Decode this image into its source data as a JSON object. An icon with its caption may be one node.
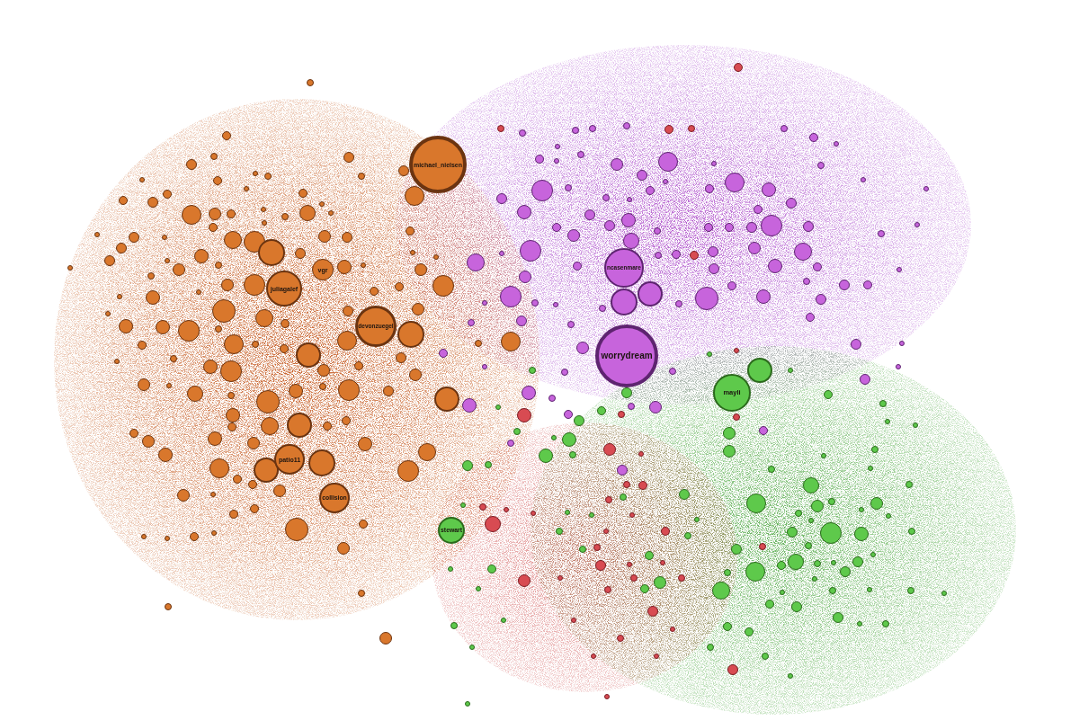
{
  "diagram": {
    "nodes": [
      {
        "text": [
          "michael_nielsen"
        ]
      },
      {
        "text": [
          "ncasenmare"
        ]
      },
      {
        "text": [
          "vgr"
        ]
      },
      {
        "text": [
          "juliagalef"
        ]
      },
      {
        "text": [
          "devonzuegel"
        ]
      },
      {
        "text": [
          "worrydream"
        ]
      },
      {
        "text": [
          "mayli"
        ]
      },
      {
        "text": [
          "patio11"
        ]
      },
      {
        "text": [
          "collision"
        ]
      },
      {
        "text": [
          "stewart"
        ]
      },
      {
        "text": [],
        "shape": "circle"
      },
      {
        "text": [],
        "shape": "circle"
      },
      {
        "text": [],
        "shape": "circle"
      },
      {
        "text": [],
        "shape": "circle"
      },
      {
        "text": [],
        "shape": "circle"
      },
      {
        "text": [],
        "shape": "circle"
      },
      {
        "text": [],
        "shape": "circle"
      },
      {
        "text": [],
        "shape": "circle"
      },
      {
        "text": [],
        "shape": "circle"
      },
      {
        "text": [],
        "shape": "circle"
      },
      {
        "text": [],
        "shape": "circle"
      },
      {
        "text": [],
        "shape": "circle"
      },
      {
        "text": [],
        "shape": "circle"
      },
      {
        "text": [],
        "shape": "circle"
      },
      {
        "text": [],
        "shape": "circle"
      },
      {
        "text": [],
        "shape": "circle"
      },
      {
        "text": [],
        "shape": "circle"
      },
      {
        "text": [],
        "shape": "circle"
      },
      {
        "text": [],
        "shape": "circle"
      },
      {
        "text": [],
        "shape": "circle"
      },
      {
        "text": [],
        "shape": "circle"
      },
      {
        "text": [],
        "shape": "circle"
      },
      {
        "text": [],
        "shape": "circle"
      },
      {
        "text": [],
        "shape": "circle"
      },
      {
        "text": [],
        "shape": "circle"
      },
      {
        "text": [],
        "shape": "circle"
      },
      {
        "text": [],
        "shape": "circle"
      },
      {
        "text": [],
        "shape": "circle"
      },
      {
        "text": [],
        "shape": "circle"
      },
      {
        "text": [],
        "shape": "circle"
      },
      {
        "text": [],
        "shape": "circle"
      },
      {
        "text": [],
        "shape": "circle"
      },
      {
        "text": [],
        "shape": "circle"
      },
      {
        "text": [],
        "shape": "circle"
      },
      {
        "text": [],
        "shape": "circle"
      },
      {
        "text": [],
        "shape": "circle"
      },
      {
        "text": [],
        "shape": "circle"
      },
      {
        "text": [],
        "shape": "circle"
      },
      {
        "text": [],
        "shape": "circle"
      },
      {
        "text": [],
        "shape": "circle"
      },
      {
        "text": [],
        "shape": "circle"
      },
      {
        "text": [],
        "shape": "circle"
      },
      {
        "text": [],
        "shape": "circle"
      },
      {
        "text": [],
        "shape": "circle"
      },
      {
        "text": [],
        "shape": "circle"
      },
      {
        "text": [],
        "shape": "circle"
      },
      {
        "text": [],
        "shape": "circle"
      },
      {
        "text": [],
        "shape": "circle"
      },
      {
        "text": [],
        "shape": "circle"
      },
      {
        "text": [],
        "shape": "circle"
      },
      {
        "text": [],
        "shape": "circle"
      },
      {
        "text": [],
        "shape": "circle"
      },
      {
        "text": [],
        "shape": "circle"
      },
      {
        "text": [],
        "shape": "circle"
      },
      {
        "text": [],
        "shape": "circle"
      },
      {
        "text": [],
        "shape": "circle"
      },
      {
        "text": [],
        "shape": "circle"
      },
      {
        "text": [],
        "shape": "circle"
      },
      {
        "text": [],
        "shape": "circle"
      },
      {
        "text": [],
        "shape": "circle"
      },
      {
        "text": [],
        "shape": "circle"
      },
      {
        "text": [],
        "shape": "circle"
      },
      {
        "text": [],
        "shape": "circle"
      },
      {
        "text": [],
        "shape": "circle"
      },
      {
        "text": [],
        "shape": "circle"
      },
      {
        "text": [],
        "shape": "circle"
      },
      {
        "text": [],
        "shape": "circle"
      },
      {
        "text": [],
        "shape": "circle"
      },
      {
        "text": [],
        "shape": "circle"
      },
      {
        "text": [],
        "shape": "circle"
      },
      {
        "text": [],
        "shape": "circle"
      },
      {
        "text": [],
        "shape": "circle"
      },
      {
        "text": [],
        "shape": "circle"
      },
      {
        "text": [],
        "shape": "circle"
      },
      {
        "text": [],
        "shape": "circle"
      },
      {
        "text": [],
        "shape": "circle"
      },
      {
        "text": [],
        "shape": "circle"
      },
      {
        "text": [],
        "shape": "circle"
      },
      {
        "text": [],
        "shape": "circle"
      },
      {
        "text": [],
        "shape": "circle"
      },
      {
        "text": [],
        "shape": "circle"
      },
      {
        "text": [],
        "shape": "circle"
      },
      {
        "text": [],
        "shape": "circle"
      },
      {
        "text": [],
        "shape": "circle"
      },
      {
        "text": [],
        "shape": "circle"
      },
      {
        "text": [],
        "shape": "circle"
      },
      {
        "text": [],
        "shape": "circle"
      },
      {
        "text": [],
        "shape": "circle"
      },
      {
        "text": [],
        "shape": "circle"
      },
      {
        "text": [],
        "shape": "circle"
      },
      {
        "text": [],
        "shape": "circle"
      },
      {
        "text": [],
        "shape": "circle"
      },
      {
        "text": [],
        "shape": "circle"
      },
      {
        "text": [],
        "shape": "circle"
      },
      {
        "text": [],
        "shape": "circle"
      },
      {
        "text": [],
        "shape": "circle"
      },
      {
        "text": [],
        "shape": "circle"
      },
      {
        "text": [],
        "shape": "circle"
      },
      {
        "text": [],
        "shape": "circle"
      },
      {
        "text": [],
        "shape": "circle"
      },
      {
        "text": [],
        "shape": "circle"
      },
      {
        "text": [],
        "shape": "circle"
      },
      {
        "text": [],
        "shape": "circle"
      },
      {
        "text": [],
        "shape": "circle"
      },
      {
        "text": [],
        "shape": "circle"
      },
      {
        "text": [],
        "shape": "circle"
      },
      {
        "text": [],
        "shape": "circle"
      },
      {
        "text": [],
        "shape": "circle"
      },
      {
        "text": [],
        "shape": "circle"
      },
      {
        "text": [],
        "shape": "circle"
      },
      {
        "text": [],
        "shape": "circle"
      },
      {
        "text": [],
        "shape": "circle"
      },
      {
        "text": [],
        "shape": "circle"
      },
      {
        "text": [],
        "shape": "circle"
      },
      {
        "text": [],
        "shape": "circle"
      },
      {
        "text": [],
        "shape": "circle"
      },
      {
        "text": [],
        "shape": "circle"
      },
      {
        "text": [],
        "shape": "circle"
      },
      {
        "text": [],
        "shape": "circle"
      },
      {
        "text": [],
        "shape": "circle"
      },
      {
        "text": [],
        "shape": "circle"
      },
      {
        "text": [],
        "shape": "circle"
      },
      {
        "text": [],
        "shape": "circle"
      },
      {
        "text": [],
        "shape": "circle"
      },
      {
        "text": [],
        "shape": "circle"
      },
      {
        "text": [],
        "shape": "circle"
      },
      {
        "text": [],
        "shape": "circle"
      },
      {
        "text": [],
        "shape": "circle"
      },
      {
        "text": [],
        "shape": "circle"
      },
      {
        "text": [],
        "shape": "circle"
      },
      {
        "text": [],
        "shape": "circle"
      },
      {
        "text": [],
        "shape": "circle"
      },
      {
        "text": [],
        "shape": "circle"
      },
      {
        "text": [],
        "shape": "circle"
      },
      {
        "text": [],
        "shape": "circle"
      },
      {
        "text": [],
        "shape": "circle"
      },
      {
        "text": [],
        "shape": "circle"
      },
      {
        "text": [],
        "shape": "circle"
      },
      {
        "text": [],
        "shape": "circle"
      },
      {
        "text": [],
        "shape": "circle"
      },
      {
        "text": [],
        "shape": "circle"
      },
      {
        "text": [],
        "shape": "circle"
      },
      {
        "text": [],
        "shape": "circle"
      },
      {
        "text": [],
        "shape": "circle"
      },
      {
        "text": [],
        "shape": "circle"
      },
      {
        "text": [],
        "shape": "circle"
      },
      {
        "text": [],
        "shape": "circle"
      },
      {
        "text": [],
        "shape": "circle"
      },
      {
        "text": [],
        "shape": "circle"
      },
      {
        "text": [],
        "shape": "circle"
      },
      {
        "text": [],
        "shape": "circle"
      },
      {
        "text": [],
        "shape": "circle"
      },
      {
        "text": [],
        "shape": "circle"
      },
      {
        "text": [],
        "shape": "circle"
      },
      {
        "text": [],
        "shape": "circle"
      },
      {
        "text": [],
        "shape": "circle"
      },
      {
        "text": [],
        "shape": "circle"
      },
      {
        "text": [],
        "shape": "circle"
      },
      {
        "text": [],
        "shape": "circle"
      },
      {
        "text": [],
        "shape": "circle"
      },
      {
        "text": [],
        "shape": "circle"
      },
      {
        "text": [],
        "shape": "circle"
      },
      {
        "text": [],
        "shape": "circle"
      },
      {
        "text": [],
        "shape": "circle"
      },
      {
        "text": [],
        "shape": "circle"
      },
      {
        "text": [],
        "shape": "circle"
      },
      {
        "text": [],
        "shape": "circle"
      },
      {
        "text": [],
        "shape": "circle"
      },
      {
        "text": [],
        "shape": "circle"
      },
      {
        "text": [],
        "shape": "circle"
      },
      {
        "text": [],
        "shape": "circle"
      },
      {
        "text": [],
        "shape": "circle"
      },
      {
        "text": [],
        "shape": "circle"
      },
      {
        "text": [],
        "shape": "circle"
      },
      {
        "text": [],
        "shape": "circle"
      },
      {
        "text": [],
        "shape": "circle"
      },
      {
        "text": [],
        "shape": "circle"
      },
      {
        "text": [],
        "shape": "circle"
      },
      {
        "text": [],
        "shape": "circle"
      },
      {
        "text": [],
        "shape": "circle"
      },
      {
        "text": [],
        "shape": "circle"
      },
      {
        "text": [],
        "shape": "circle"
      },
      {
        "text": [],
        "shape": "circle"
      },
      {
        "text": [],
        "shape": "circle"
      },
      {
        "text": [],
        "shape": "circle"
      },
      {
        "text": [],
        "shape": "circle"
      },
      {
        "text": [],
        "shape": "circle"
      },
      {
        "text": [],
        "shape": "circle"
      },
      {
        "text": [],
        "shape": "circle"
      },
      {
        "text": [],
        "shape": "circle"
      },
      {
        "text": [],
        "shape": "circle"
      },
      {
        "text": [],
        "shape": "circle"
      },
      {
        "text": [],
        "shape": "circle"
      },
      {
        "text": [],
        "shape": "circle"
      },
      {
        "text": [],
        "shape": "circle"
      },
      {
        "text": [],
        "shape": "circle"
      },
      {
        "text": [],
        "shape": "circle"
      },
      {
        "text": [],
        "shape": "circle"
      },
      {
        "text": [],
        "shape": "circle"
      },
      {
        "text": [],
        "shape": "circle"
      },
      {
        "text": [],
        "shape": "circle"
      },
      {
        "text": [],
        "shape": "circle"
      },
      {
        "text": [],
        "shape": "circle"
      },
      {
        "text": [],
        "shape": "circle"
      },
      {
        "text": [],
        "shape": "circle"
      },
      {
        "text": [],
        "shape": "circle"
      },
      {
        "text": [],
        "shape": "circle"
      },
      {
        "text": [],
        "shape": "circle"
      },
      {
        "text": [],
        "shape": "circle"
      },
      {
        "text": [],
        "shape": "circle"
      },
      {
        "text": [],
        "shape": "circle"
      },
      {
        "text": [],
        "shape": "circle"
      },
      {
        "text": [],
        "shape": "circle"
      },
      {
        "text": [],
        "shape": "circle"
      },
      {
        "text": [],
        "shape": "circle"
      },
      {
        "text": [],
        "shape": "circle"
      },
      {
        "text": [],
        "shape": "circle"
      },
      {
        "text": [],
        "shape": "circle"
      },
      {
        "text": [],
        "shape": "circle"
      },
      {
        "text": [],
        "shape": "circle"
      },
      {
        "text": [],
        "shape": "circle"
      },
      {
        "text": [],
        "shape": "circle"
      },
      {
        "text": [],
        "shape": "circle"
      },
      {
        "text": [],
        "shape": "circle"
      },
      {
        "text": [],
        "shape": "circle"
      },
      {
        "text": [],
        "shape": "circle"
      },
      {
        "text": [],
        "shape": "circle"
      },
      {
        "text": [],
        "shape": "circle"
      },
      {
        "text": [],
        "shape": "circle"
      },
      {
        "text": [],
        "shape": "circle"
      },
      {
        "text": [],
        "shape": "circle"
      },
      {
        "text": [],
        "shape": "circle"
      },
      {
        "text": [],
        "shape": "circle"
      },
      {
        "text": [],
        "shape": "circle"
      },
      {
        "text": [],
        "shape": "circle"
      },
      {
        "text": [],
        "shape": "circle"
      },
      {
        "text": [],
        "shape": "circle"
      },
      {
        "text": [],
        "shape": "circle"
      },
      {
        "text": [],
        "shape": "circle"
      },
      {
        "text": [],
        "shape": "circle"
      },
      {
        "text": [],
        "shape": "circle"
      },
      {
        "text": [],
        "shape": "circle"
      },
      {
        "text": [],
        "shape": "circle"
      },
      {
        "text": [],
        "shape": "circle"
      },
      {
        "text": [],
        "shape": "circle"
      },
      {
        "text": [],
        "shape": "circle"
      },
      {
        "text": [],
        "shape": "circle"
      },
      {
        "text": [],
        "shape": "circle"
      },
      {
        "text": [],
        "shape": "circle"
      },
      {
        "text": [],
        "shape": "circle"
      },
      {
        "text": [],
        "shape": "circle"
      },
      {
        "text": [],
        "shape": "circle"
      },
      {
        "text": [],
        "shape": "circle"
      },
      {
        "text": [],
        "shape": "circle"
      },
      {
        "text": [],
        "shape": "circle"
      },
      {
        "text": [],
        "shape": "circle"
      },
      {
        "text": [],
        "shape": "circle"
      },
      {
        "text": [],
        "shape": "circle"
      },
      {
        "text": [],
        "shape": "circle"
      },
      {
        "text": [],
        "shape": "circle"
      },
      {
        "text": [],
        "shape": "circle"
      },
      {
        "text": [],
        "shape": "circle"
      },
      {
        "text": [],
        "shape": "circle"
      },
      {
        "text": [],
        "shape": "circle"
      },
      {
        "text": [],
        "shape": "circle"
      },
      {
        "text": [],
        "shape": "circle"
      },
      {
        "text": [],
        "shape": "circle"
      },
      {
        "text": [],
        "shape": "circle"
      },
      {
        "text": [],
        "shape": "circle"
      },
      {
        "text": [],
        "shape": "circle"
      },
      {
        "text": [],
        "shape": "circle"
      },
      {
        "text": [],
        "shape": "circle"
      },
      {
        "text": [],
        "shape": "circle"
      },
      {
        "text": [],
        "shape": "circle"
      },
      {
        "text": [],
        "shape": "circle"
      },
      {
        "text": [],
        "shape": "circle"
      },
      {
        "text": [],
        "shape": "circle"
      },
      {
        "text": [],
        "shape": "circle"
      },
      {
        "text": [],
        "shape": "circle"
      },
      {
        "text": [],
        "shape": "circle"
      },
      {
        "text": [],
        "shape": "circle"
      },
      {
        "text": [],
        "shape": "circle"
      },
      {
        "text": [],
        "shape": "circle"
      },
      {
        "text": [],
        "shape": "circle"
      },
      {
        "text": [],
        "shape": "circle"
      },
      {
        "text": [],
        "shape": "circle"
      },
      {
        "text": [],
        "shape": "circle"
      },
      {
        "text": [],
        "shape": "circle"
      },
      {
        "text": [],
        "shape": "circle"
      },
      {
        "text": [],
        "shape": "circle"
      },
      {
        "text": [],
        "shape": "circle"
      },
      {
        "text": [],
        "shape": "circle"
      },
      {
        "text": [],
        "shape": "circle"
      },
      {
        "text": [],
        "shape": "circle"
      },
      {
        "text": [],
        "shape": "circle"
      },
      {
        "text": [],
        "shape": "circle"
      },
      {
        "text": [],
        "shape": "circle"
      },
      {
        "text": [],
        "shape": "circle"
      },
      {
        "text": [],
        "shape": "circle"
      },
      {
        "text": [],
        "shape": "circle"
      },
      {
        "text": [],
        "shape": "circle"
      },
      {
        "text": [],
        "shape": "circle"
      },
      {
        "text": [],
        "shape": "circle"
      },
      {
        "text": [],
        "shape": "circle"
      },
      {
        "text": [],
        "shape": "circle"
      },
      {
        "text": [],
        "shape": "circle"
      },
      {
        "text": [],
        "shape": "circle"
      },
      {
        "text": [],
        "shape": "circle"
      },
      {
        "text": [],
        "shape": "circle"
      },
      {
        "text": [],
        "shape": "circle"
      },
      {
        "text": [],
        "shape": "circle"
      },
      {
        "text": [],
        "shape": "circle"
      },
      {
        "text": [],
        "shape": "circle"
      },
      {
        "text": [],
        "shape": "circle"
      },
      {
        "text": [],
        "shape": "circle"
      },
      {
        "text": [],
        "shape": "circle"
      },
      {
        "text": [],
        "shape": "circle"
      },
      {
        "text": [],
        "shape": "circle"
      },
      {
        "text": [],
        "shape": "circle"
      },
      {
        "text": [],
        "shape": "circle"
      },
      {
        "text": [],
        "shape": "circle"
      },
      {
        "text": [],
        "shape": "circle"
      },
      {
        "text": [],
        "shape": "circle"
      },
      {
        "text": [],
        "shape": "circle"
      },
      {
        "text": [],
        "shape": "circle"
      },
      {
        "text": [],
        "shape": "circle"
      },
      {
        "text": [],
        "shape": "circle"
      },
      {
        "text": [],
        "shape": "circle"
      },
      {
        "text": [],
        "shape": "circle"
      },
      {
        "text": [],
        "shape": "circle"
      },
      {
        "text": [],
        "shape": "circle"
      },
      {
        "text": [],
        "shape": "circle"
      },
      {
        "text": [],
        "shape": "circle"
      },
      {
        "text": [],
        "shape": "circle"
      },
      {
        "text": [],
        "shape": "circle"
      },
      {
        "text": [],
        "shape": "circle"
      },
      {
        "text": [],
        "shape": "circle"
      },
      {
        "text": [],
        "shape": "circle"
      },
      {
        "text": [],
        "shape": "circle"
      },
      {
        "text": [],
        "shape": "circle"
      },
      {
        "text": [],
        "shape": "circle"
      },
      {
        "text": [],
        "shape": "circle"
      },
      {
        "text": [],
        "shape": "circle"
      },
      {
        "text": [],
        "shape": "circle"
      },
      {
        "text": [],
        "shape": "circle"
      },
      {
        "text": [],
        "shape": "circle"
      },
      {
        "text": [],
        "shape": "circle"
      },
      {
        "text": [],
        "shape": "circle"
      },
      {
        "text": [],
        "shape": "circle"
      },
      {
        "text": [],
        "shape": "circle"
      }
    ]
  }
}
